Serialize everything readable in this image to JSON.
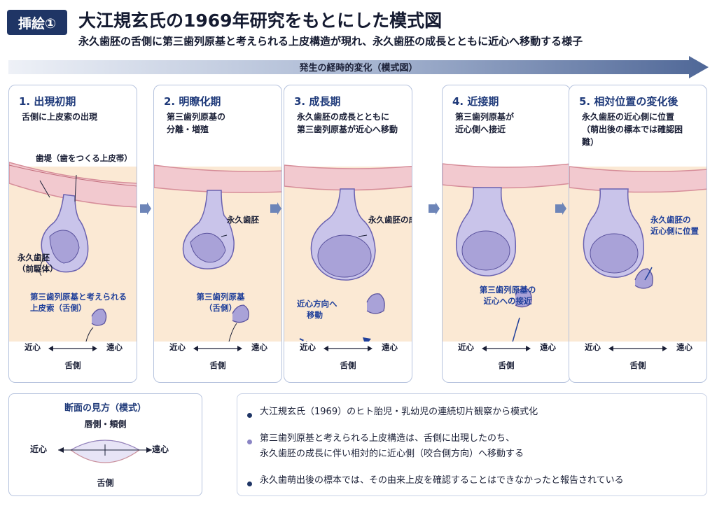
{
  "header": {
    "badge": "挿絵①",
    "title": "大江規玄氏の1969年研究をもとにした模式図",
    "subtitle": "永久歯胚の舌側に第三歯列原基と考えられる上皮構造が現れ、永久歯胚の成長とともに近心へ移動する様子"
  },
  "timeline": {
    "label": "発生の経時的変化（模式図）"
  },
  "axis": {
    "mesial": "近心",
    "distal": "遠心",
    "lingual": "舌側"
  },
  "panels": [
    {
      "title": "1. 出現初期",
      "desc": "舌側に上皮索の出現",
      "labels": {
        "dental_lamina": "歯堤（歯をつくる上皮帯）",
        "permanent_germ": "永久歯胚",
        "permanent_germ_sub": "（前駆体）",
        "third_l1": "第三歯列原基と考えられる",
        "third_l2": "上皮索（舌側）"
      }
    },
    {
      "title": "2. 明瞭化期",
      "desc_l1": "第三歯列原基の",
      "desc_l2": "分離・増殖",
      "labels": {
        "permanent_germ": "永久歯胚",
        "third_l1": "第三歯列原基",
        "third_l2": "（舌側）"
      }
    },
    {
      "title": "3. 成長期",
      "desc_l1": "永久歯胚の成長とともに",
      "desc_l2": "第三歯列原基が近心へ移動",
      "labels": {
        "growth": "永久歯胚の成長",
        "move_l1": "近心方向へ",
        "move_l2": "移動"
      }
    },
    {
      "title": "4. 近接期",
      "desc_l1": "第三歯列原基が",
      "desc_l2": "近心側へ接近",
      "labels": {
        "approach_l1": "第三歯列原基の",
        "approach_l2": "近心への接近"
      }
    },
    {
      "title": "5. 相対位置の変化後",
      "desc_l1": "永久歯胚の近心側に位置",
      "desc_l2": "（萌出後の標本では確認困難）",
      "labels": {
        "position_l1": "永久歯胚の",
        "position_l2": "近心側に位置"
      }
    }
  ],
  "legend": {
    "title": "断面の見方（模式）",
    "top": "唇側・頬側",
    "left": "近心",
    "right": "遠心",
    "bottom": "舌側"
  },
  "notes": [
    {
      "text": "大江規玄氏（1969）のヒト胎児・乳幼児の連続切片観察から模式化",
      "color": "#1f3565"
    },
    {
      "text": "第三歯列原基と考えられる上皮構造は、舌側に出現したのち、",
      "text2": "永久歯胚の成長に伴い相対的に近心側（咬合側方向）へ移動する",
      "color": "#8a84c4"
    },
    {
      "text": "永久歯萌出後の標本では、その由来上皮を確認することはできなかったと報告されている",
      "color": "#1f3565"
    }
  ],
  "colors": {
    "navy": "#1f3565",
    "accent_blue": "#1f3f9a",
    "gingiva": "#f2c9cf",
    "mesenchyme": "#fbe9d4",
    "tooth_germ": "#a9a2d8",
    "timeline_arrow": "#4f6797"
  }
}
